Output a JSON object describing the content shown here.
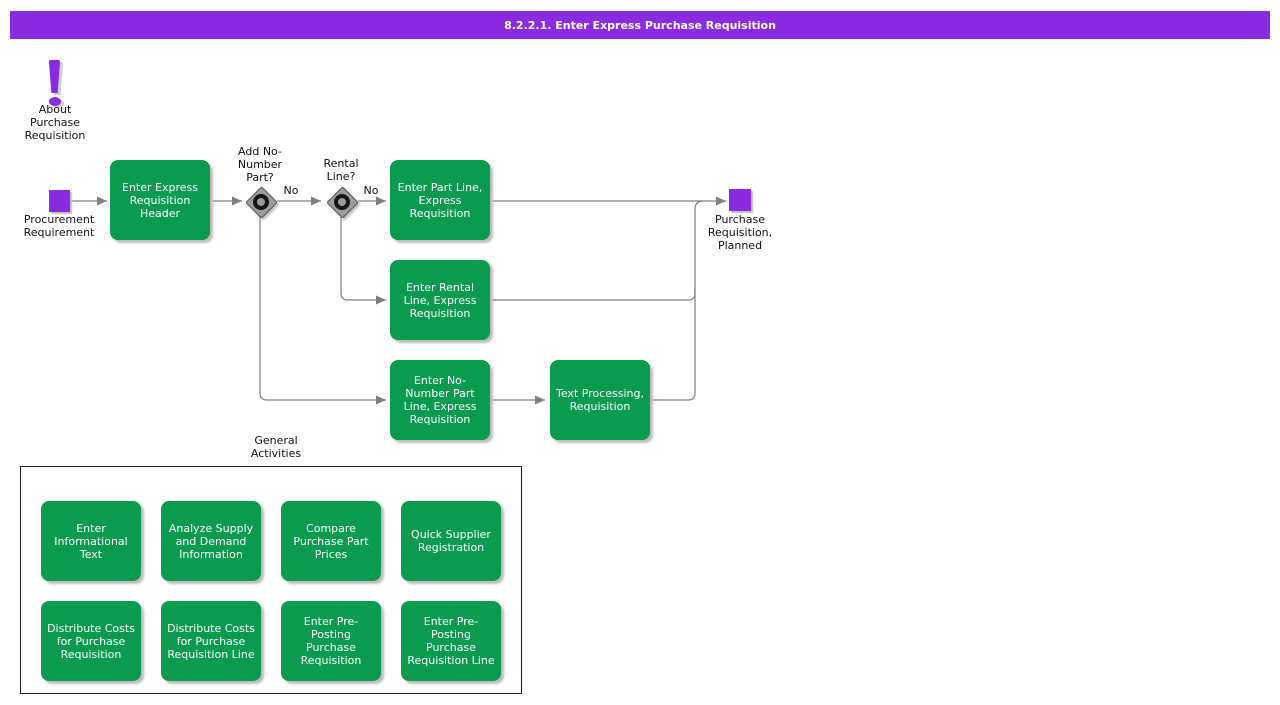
{
  "title_bar": {
    "text": "8.2.2.1. Enter Express Purchase Requisition"
  },
  "colors": {
    "accent_purple": "#8A2BE2",
    "activity_green": "#0B9B4E",
    "connector_gray": "#7F7F7F"
  },
  "about_icon": {
    "label": "About\nPurchase\nRequisition"
  },
  "flow": {
    "start_label": "Procurement\nRequirement",
    "end_label": "Purchase\nRequisition,\nPlanned",
    "header_activity": "Enter Express\nRequisition\nHeader",
    "part_line_activity": "Enter Part Line,\nExpress\nRequisition",
    "rental_line_activity": "Enter Rental\nLine, Express\nRequisition",
    "no_number_activity": "Enter No-\nNumber Part\nLine, Express\nRequisition",
    "text_processing_activity": "Text Processing,\nRequisition",
    "decision_add_no_number": {
      "label": "Add No-\nNumber\nPart?",
      "branch_label": "No"
    },
    "decision_rental": {
      "label": "Rental\nLine?",
      "branch_label": "No"
    }
  },
  "general_activities": {
    "title": "General\nActivities",
    "items": [
      "Enter\nInformational\nText",
      "Analyze Supply\nand Demand\nInformation",
      "Compare\nPurchase Part\nPrices",
      "Quick Supplier\nRegistration",
      "Distribute Costs\nfor Purchase\nRequisition",
      "Distribute Costs\nfor Purchase\nRequisition Line",
      "Enter Pre-\nPosting\nPurchase\nRequisition",
      "Enter Pre-\nPosting\nPurchase\nRequisition Line"
    ]
  }
}
